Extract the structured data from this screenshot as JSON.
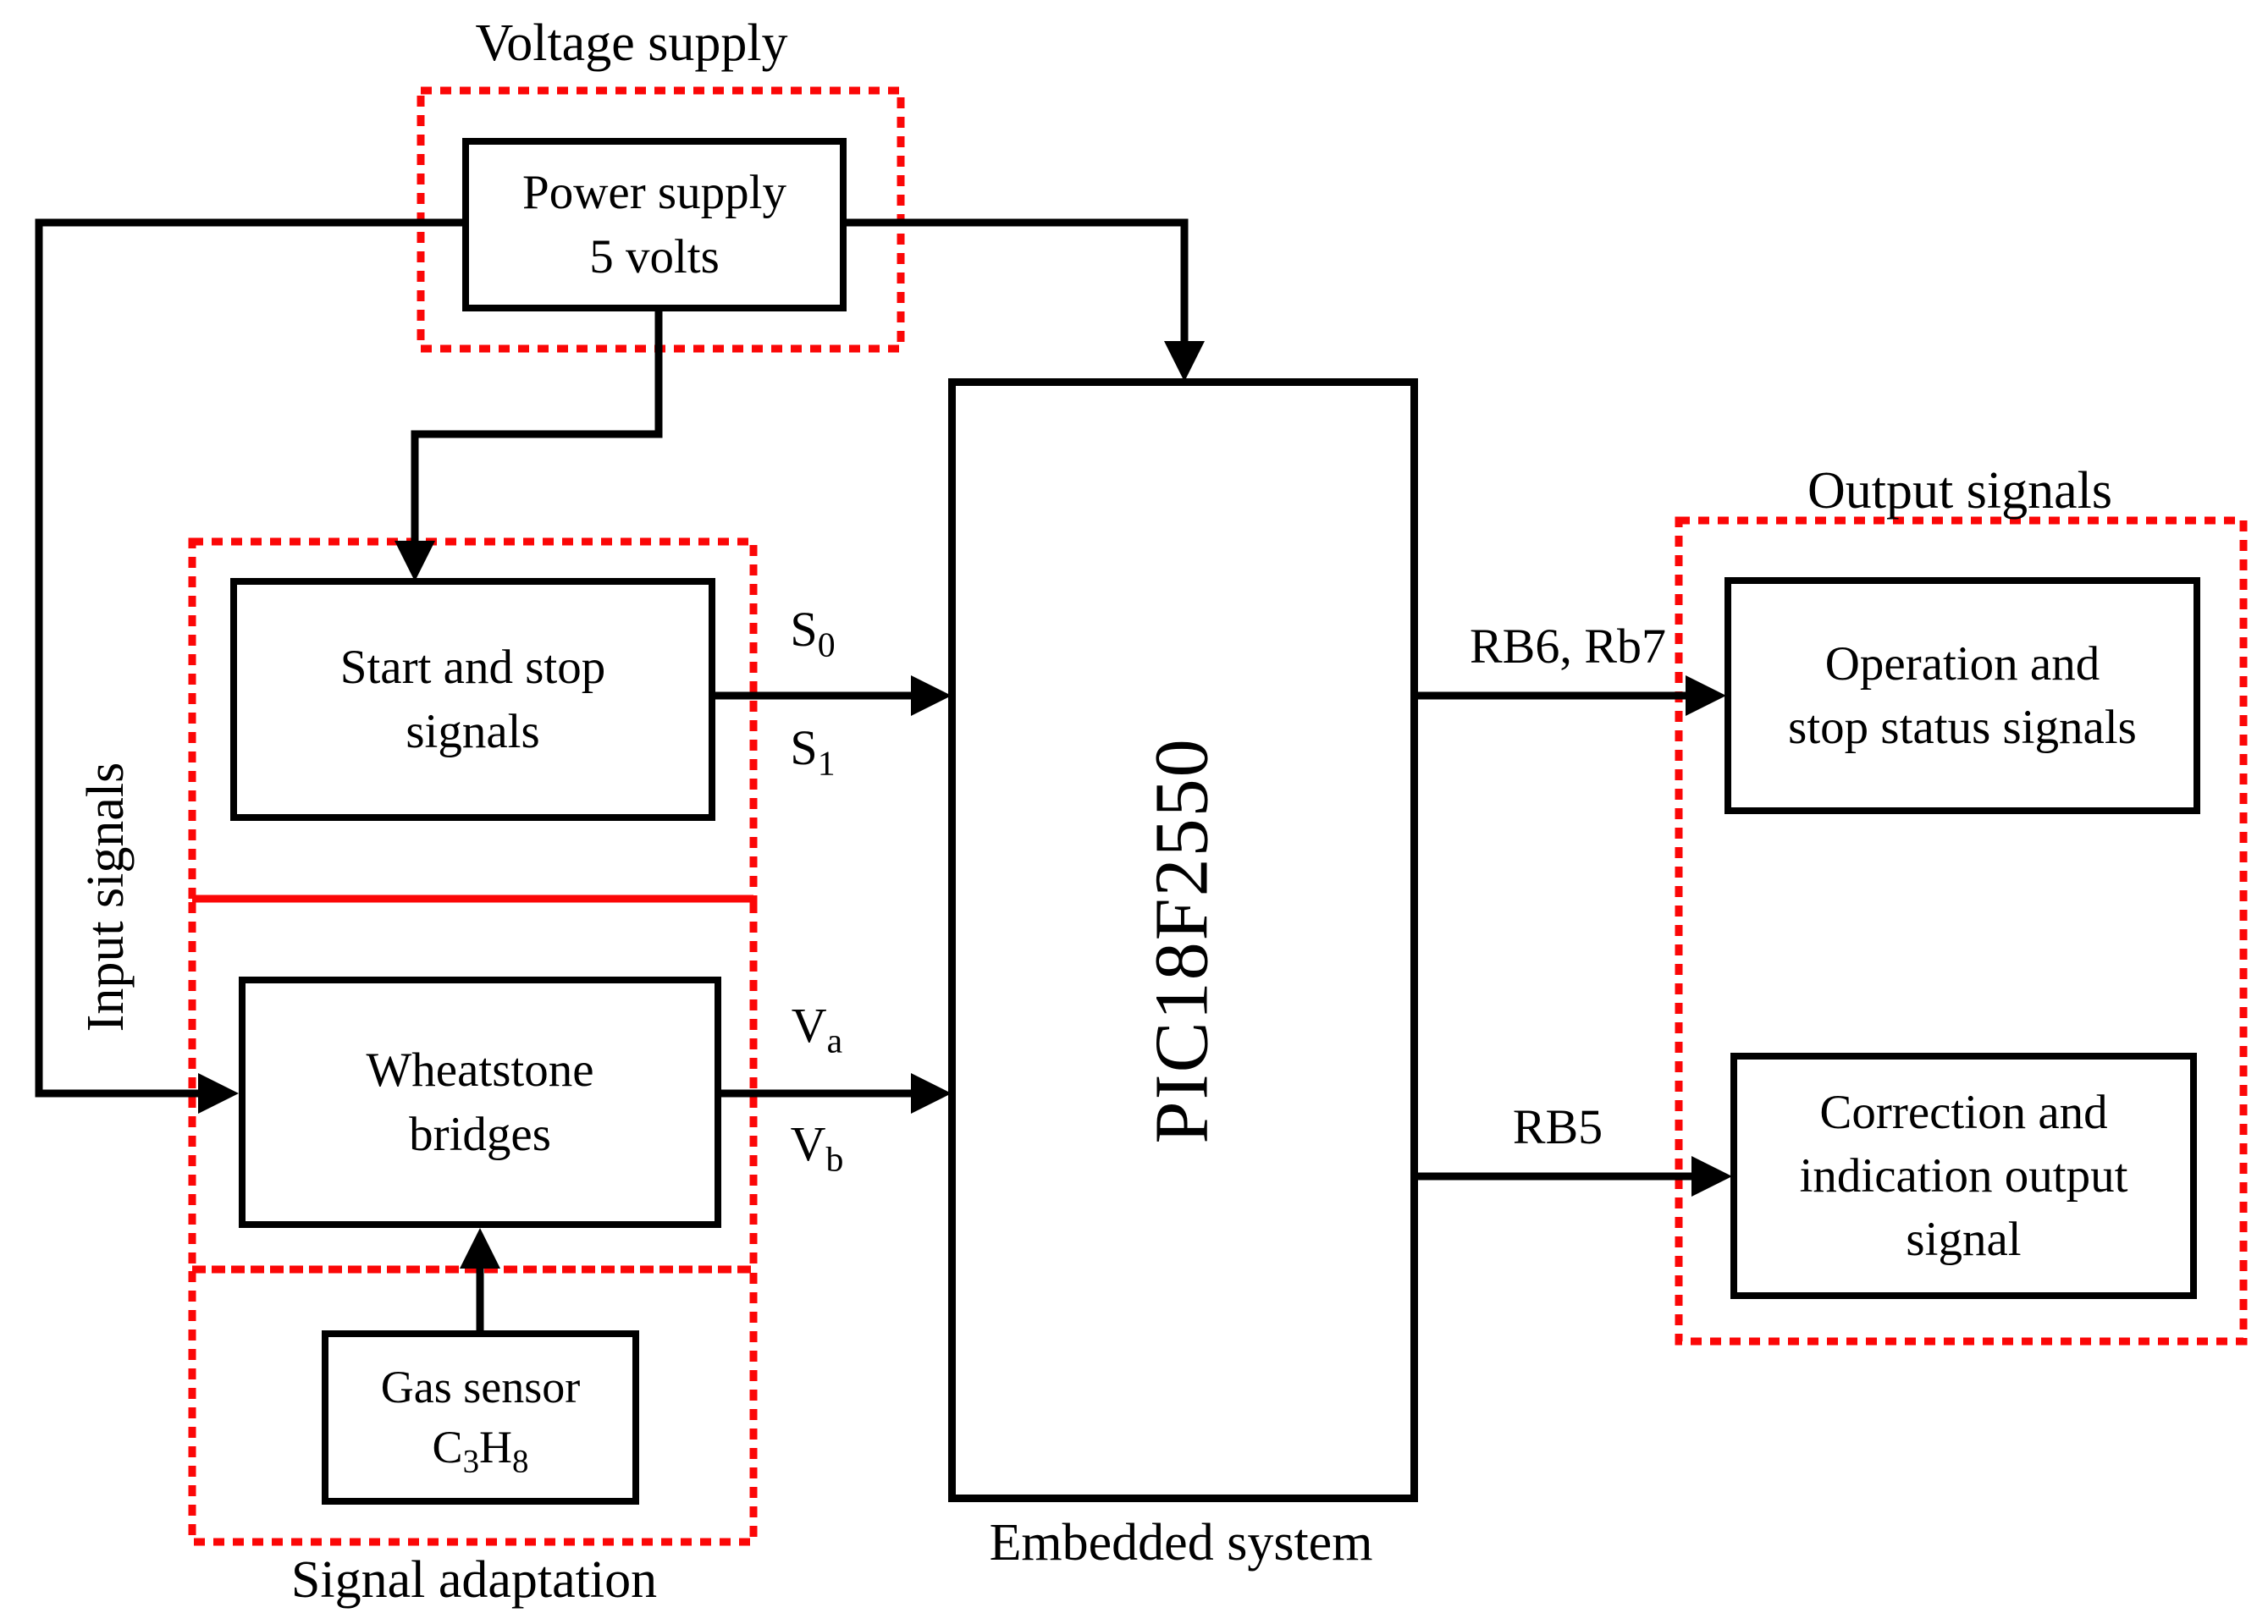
{
  "groups": {
    "voltage_supply": "Voltage supply",
    "input_signals": "Input signals",
    "signal_adaptation": "Signal adaptation",
    "embedded_system": "Embedded system",
    "output_signals": "Output signals"
  },
  "blocks": {
    "power_supply": {
      "line1": "Power supply",
      "line2": "5 volts"
    },
    "start_stop": {
      "line1": "Start and stop",
      "line2": "signals"
    },
    "wheatstone": {
      "line1": "Wheatstone",
      "line2": "bridges"
    },
    "gas_sensor": {
      "line1": "Gas sensor",
      "formula": {
        "sym1": "C",
        "sub1": "3",
        "sym2": "H",
        "sub2": "8"
      }
    },
    "pic": {
      "label": "PIC18F2550"
    },
    "operation": {
      "line1": "Operation and",
      "line2": "stop status signals"
    },
    "correction": {
      "line1": "Correction and",
      "line2": "indication output",
      "line3": "signal"
    }
  },
  "signal_labels": {
    "s0": {
      "base": "S",
      "sub": "0"
    },
    "s1": {
      "base": "S",
      "sub": "1"
    },
    "va": {
      "base": "V",
      "sub": "a"
    },
    "vb": {
      "base": "V",
      "sub": "b"
    },
    "rb6_rb7": "RB6, Rb7",
    "rb5": "RB5"
  },
  "colors": {
    "group_border": "#fb0707",
    "line": "#000000",
    "background": "#ffffff"
  }
}
